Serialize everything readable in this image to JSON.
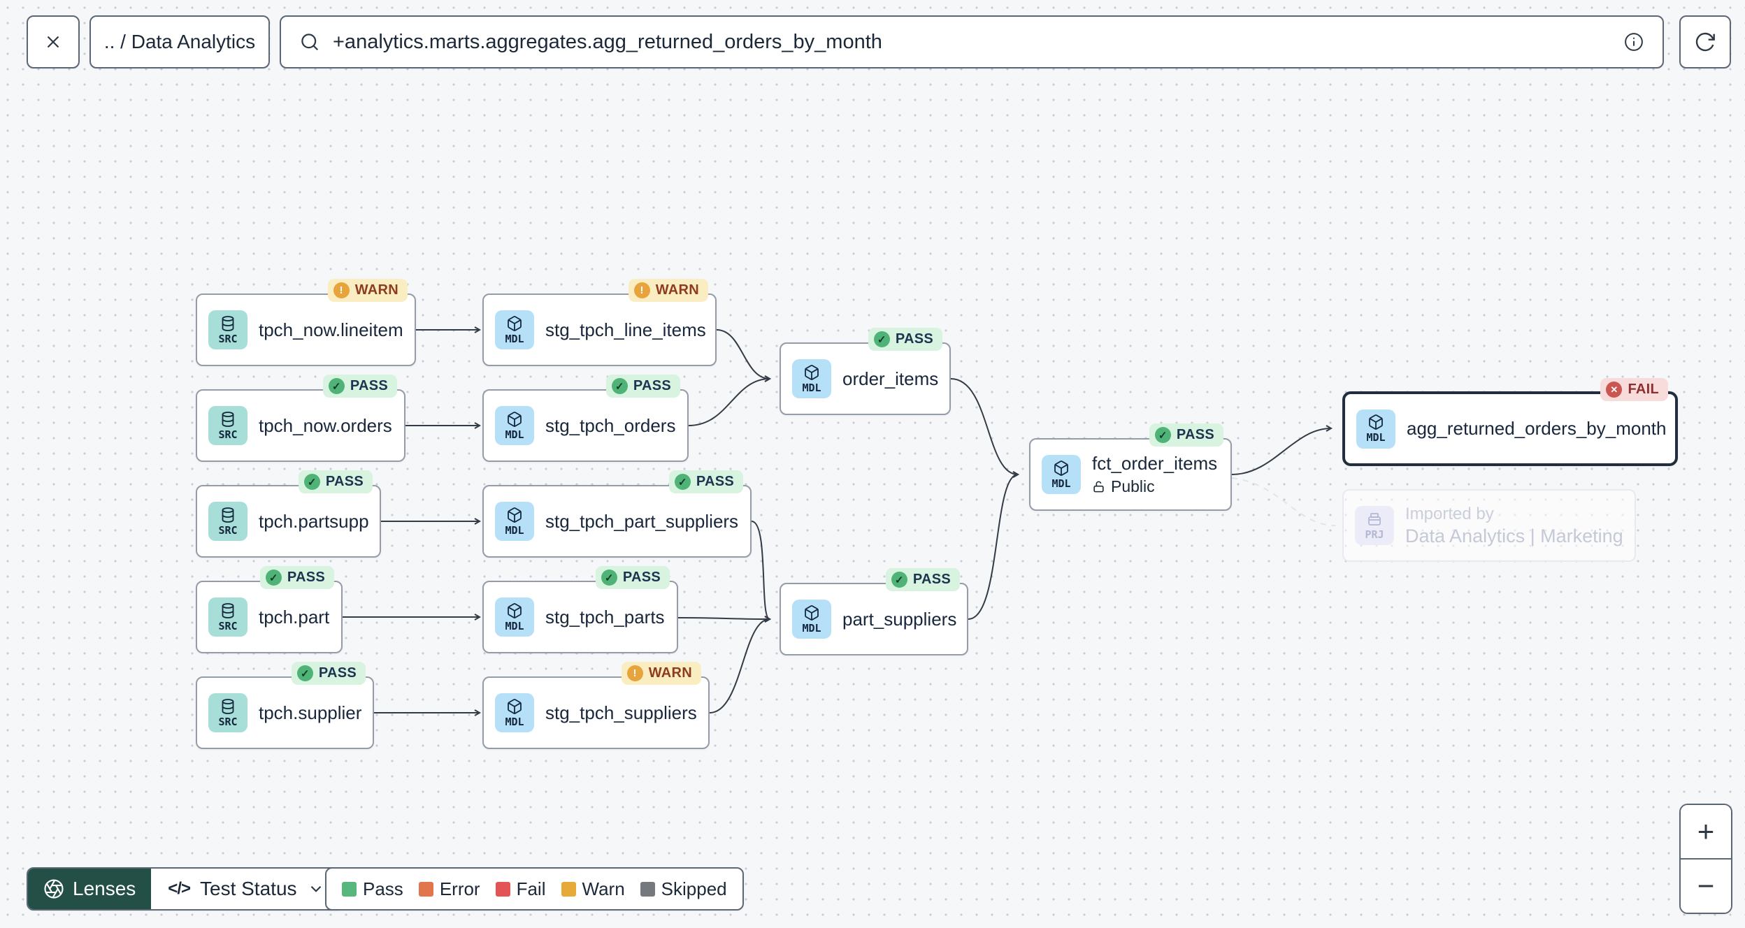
{
  "toolbar": {
    "breadcrumb": ".. / Data Analytics",
    "search_value": "+analytics.marts.aggregates.agg_returned_orders_by_month"
  },
  "graph": {
    "nodes": [
      {
        "label": "tpch_now.lineitem",
        "type_label": "SRC",
        "status": "WARN"
      },
      {
        "label": "stg_tpch_line_items",
        "type_label": "MDL",
        "status": "WARN"
      },
      {
        "label": "tpch_now.orders",
        "type_label": "SRC",
        "status": "PASS"
      },
      {
        "label": "stg_tpch_orders",
        "type_label": "MDL",
        "status": "PASS"
      },
      {
        "label": "order_items",
        "type_label": "MDL",
        "status": "PASS"
      },
      {
        "label": "tpch.partsupp",
        "type_label": "SRC",
        "status": "PASS"
      },
      {
        "label": "stg_tpch_part_suppliers",
        "type_label": "MDL",
        "status": "PASS"
      },
      {
        "label": "tpch.part",
        "type_label": "SRC",
        "status": "PASS"
      },
      {
        "label": "stg_tpch_parts",
        "type_label": "MDL",
        "status": "PASS"
      },
      {
        "label": "part_suppliers",
        "type_label": "MDL",
        "status": "PASS"
      },
      {
        "label": "tpch.supplier",
        "type_label": "SRC",
        "status": "PASS"
      },
      {
        "label": "stg_tpch_suppliers",
        "type_label": "MDL",
        "status": "WARN"
      },
      {
        "label": "fct_order_items",
        "type_label": "MDL",
        "status": "PASS",
        "access": "Public"
      },
      {
        "label": "agg_returned_orders_by_month",
        "type_label": "MDL",
        "status": "FAIL",
        "selected": true
      },
      {
        "label": "Data Analytics | Marketing",
        "type_label": "PRJ",
        "title": "Imported by",
        "ghost": true
      }
    ],
    "edges": [
      [
        "tpch_now.lineitem",
        "stg_tpch_line_items"
      ],
      [
        "tpch_now.orders",
        "stg_tpch_orders"
      ],
      [
        "tpch.partsupp",
        "stg_tpch_part_suppliers"
      ],
      [
        "tpch.part",
        "stg_tpch_parts"
      ],
      [
        "tpch.supplier",
        "stg_tpch_suppliers"
      ],
      [
        "stg_tpch_line_items",
        "order_items"
      ],
      [
        "stg_tpch_orders",
        "order_items"
      ],
      [
        "stg_tpch_part_suppliers",
        "part_suppliers"
      ],
      [
        "stg_tpch_parts",
        "part_suppliers"
      ],
      [
        "stg_tpch_suppliers",
        "part_suppliers"
      ],
      [
        "order_items",
        "fct_order_items"
      ],
      [
        "part_suppliers",
        "fct_order_items"
      ],
      [
        "fct_order_items",
        "agg_returned_orders_by_month"
      ],
      [
        "fct_order_items",
        "Data Analytics | Marketing (imported by)"
      ]
    ]
  },
  "icons": {
    "warn_glyph": "!",
    "pass_glyph": "✓",
    "fail_glyph": "✕",
    "code_glyph": "</>",
    "zoom_in_glyph": "+",
    "zoom_out_glyph": "−"
  },
  "footer": {
    "lenses_label": "Lenses",
    "lens_selected": "Test Status",
    "legend": [
      {
        "label": "Pass",
        "color": "#57B87E"
      },
      {
        "label": "Error",
        "color": "#E1764C"
      },
      {
        "label": "Fail",
        "color": "#E25455"
      },
      {
        "label": "Warn",
        "color": "#E8A93B"
      },
      {
        "label": "Skipped",
        "color": "#75787D"
      }
    ]
  },
  "colors": {
    "lenses_bg": "#234F46",
    "pass_badge_bg": "#D8F3DF",
    "warn_badge_bg": "#FAEDC2",
    "fail_badge_bg": "#F8DBDB",
    "src_chip_bg": "#A7DFD8",
    "mdl_chip_bg": "#B5E0F8"
  }
}
